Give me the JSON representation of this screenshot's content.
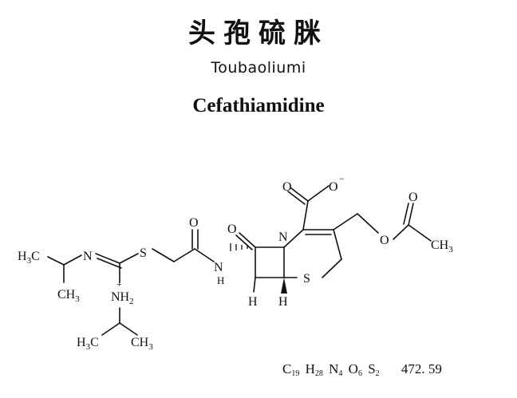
{
  "title": {
    "chinese": "头孢硫脒",
    "pinyin": "Toubaoliumi",
    "english": "Cefathiamidine"
  },
  "formula": {
    "elements": [
      {
        "symbol": "C",
        "count": "19"
      },
      {
        "symbol": "H",
        "count": "28"
      },
      {
        "symbol": "N",
        "count": "4"
      },
      {
        "symbol": "O",
        "count": "6"
      },
      {
        "symbol": "S",
        "count": "2"
      }
    ],
    "molecular_weight": "472. 59"
  },
  "structure": {
    "carboxylate_o": "O",
    "carboxylate_charge": "−",
    "carbonyl_o": "O",
    "ring_n": "N",
    "ring_s": "S",
    "ester_o": "O",
    "acetyl_o": "O",
    "acetyl_ch3": "CH",
    "acetyl_ch3_sub": "3",
    "amide_o": "O",
    "amide_n": "N",
    "amide_h": "H",
    "thio_s": "S",
    "imine_n": "N",
    "ammonium_nh": "NH",
    "ammonium_sub": "2",
    "ammonium_charge": "+",
    "left_h3c": "H",
    "left_h3c_sub": "3",
    "left_h3c_c": "C",
    "left_ch3": "CH",
    "left_ch3_sub": "3",
    "bottom_h3c": "H",
    "bottom_h3c_sub": "3",
    "bottom_h3c_c": "C",
    "bottom_ch3": "CH",
    "bottom_ch3_sub": "3",
    "stereo_h_left": "H",
    "stereo_h_right": "H"
  }
}
